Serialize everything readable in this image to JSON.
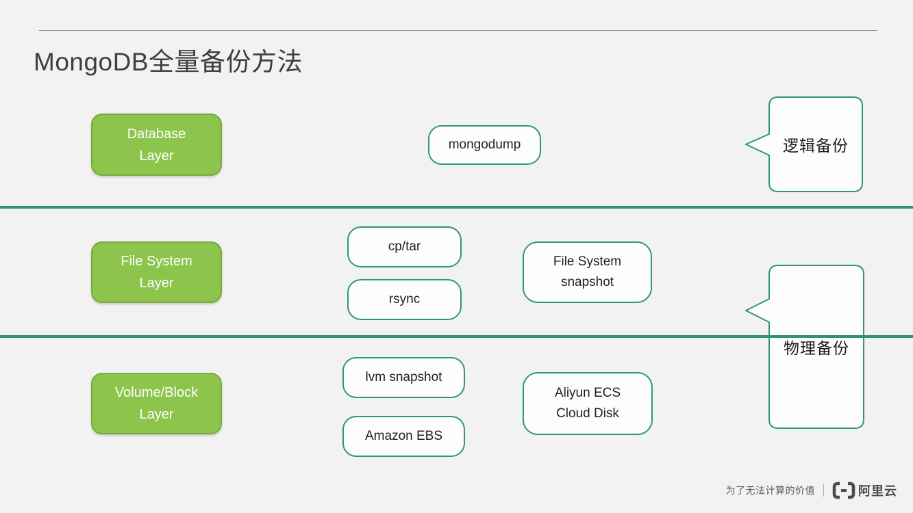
{
  "title": "MongoDB全量备份方法",
  "layers": [
    {
      "name": "database-layer",
      "lines": [
        "Database",
        "Layer"
      ]
    },
    {
      "name": "file-system-layer",
      "lines": [
        "File System",
        "Layer"
      ]
    },
    {
      "name": "volume-block-layer",
      "lines": [
        "Volume/Block",
        "Layer"
      ]
    }
  ],
  "tools": {
    "mongodump": "mongodump",
    "cp_tar": "cp/tar",
    "rsync": "rsync",
    "fs_snapshot": [
      "File System",
      "snapshot"
    ],
    "lvm_snapshot": "lvm snapshot",
    "amazon_ebs": "Amazon EBS",
    "aliyun_ecs": [
      "Aliyun ECS",
      "Cloud Disk"
    ]
  },
  "callouts": {
    "logical": "逻辑备份",
    "physical": "物理备份"
  },
  "footer": {
    "slogan": "为了无法计算的价值",
    "brand": "阿里云"
  },
  "colors": {
    "background": "#f2f2f3",
    "green_fill": "#8cc44c",
    "green_border": "#78aa40",
    "teal": "#2f9377",
    "title_text": "#3f3f3f",
    "box_bg": "#fdfdfd",
    "footer_text": "#595959",
    "brand_text": "#4a4a4a"
  }
}
